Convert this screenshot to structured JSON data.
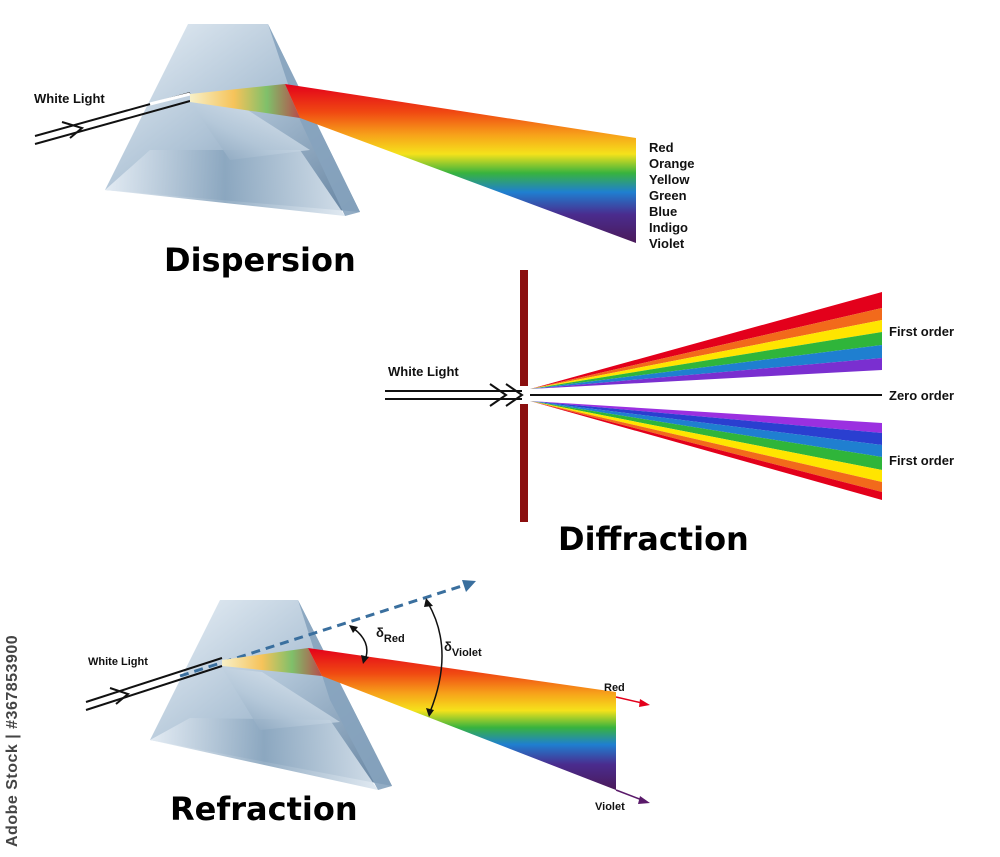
{
  "dispersion": {
    "title": "Dispersion",
    "input_label": "White Light",
    "spectrum": [
      "Red",
      "Orange",
      "Yellow",
      "Green",
      "Blue",
      "Indigo",
      "Violet"
    ]
  },
  "diffraction": {
    "title": "Diffraction",
    "input_label": "White Light",
    "orders": {
      "upper": "First order",
      "zero": "Zero order",
      "lower": "First order"
    }
  },
  "refraction": {
    "title": "Refraction",
    "input_label": "White Light",
    "delta_symbol": "δ",
    "delta_red_sub": "Red",
    "delta_violet_sub": "Violet",
    "ray_red": "Red",
    "ray_violet": "Violet"
  },
  "watermark": "Adobe Stock | #367853900",
  "colors": {
    "red": "#e3001b",
    "orange": "#f26a1b",
    "yellow": "#ffe500",
    "green": "#2fb53a",
    "blue": "#1f7fd0",
    "indigo": "#5a2a9a",
    "violet": "#4b1a5a",
    "slit": "#8b0f0f",
    "glass_light": "#dde8f1",
    "glass_dark": "#5e7f9e",
    "dashed": "#3a6f9e"
  }
}
